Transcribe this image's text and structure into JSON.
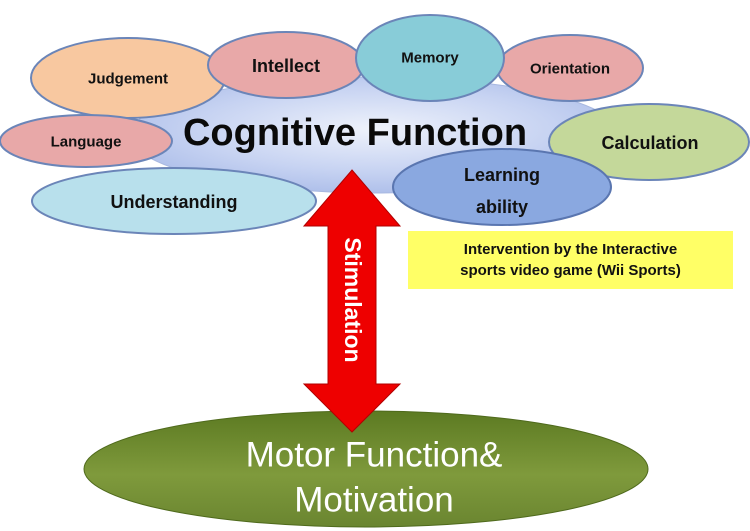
{
  "diagram": {
    "core": "Cognitive Function",
    "domains": [
      "Judgement",
      "Intellect",
      "Memory",
      "Orientation",
      "Language",
      "Calculation",
      "Understanding",
      "Learning",
      "ability"
    ],
    "arrow_label": "Stimulation",
    "base": {
      "line1": "Motor Function&",
      "line2": "Motivation"
    },
    "note": {
      "line1": "Intervention by the Interactive",
      "line2": "sports video game (Wii Sports)"
    },
    "colors": {
      "core_fill": "#b8c8f0",
      "peach": "#f8c8a0",
      "pink": "#e8a8a8",
      "teal": "#88ccd8",
      "light_blue": "#b8e0ec",
      "green": "#c4d89a",
      "steel_blue": "#8aa8e0",
      "arrow": "#ee0000",
      "base": "#6e8a30",
      "note_bg": "#ffff66"
    }
  }
}
